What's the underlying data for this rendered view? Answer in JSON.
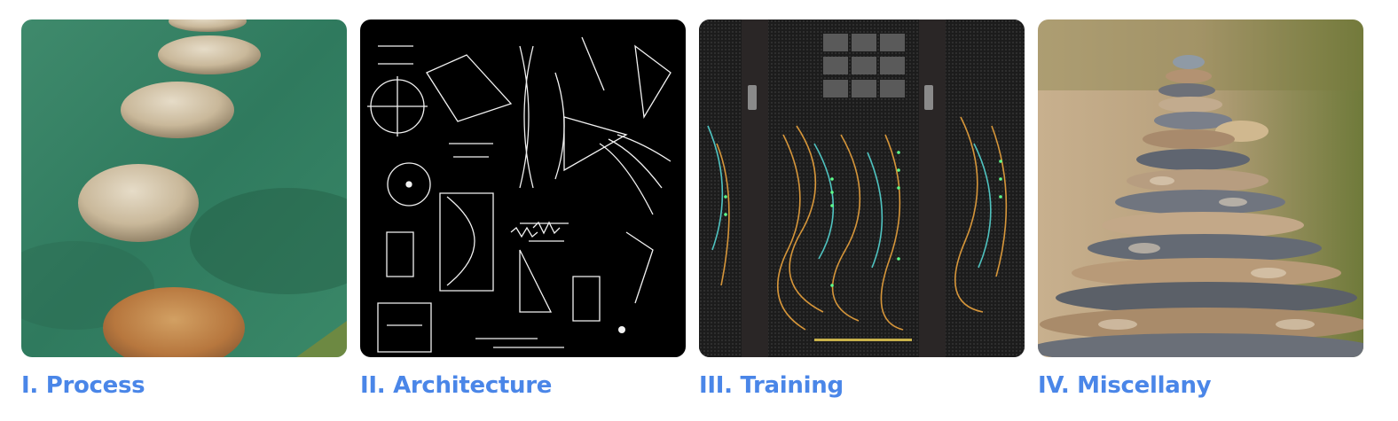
{
  "cards": [
    {
      "label": "I. Process",
      "image": "stepping-stones-in-pond"
    },
    {
      "label": "II. Architecture",
      "image": "blackboard-engineering-sketches"
    },
    {
      "label": "III. Training",
      "image": "server-racks-with-cables"
    },
    {
      "label": "IV. Miscellany",
      "image": "cairn-of-stacked-pebbles"
    }
  ],
  "colors": {
    "caption": "#4a86e8"
  }
}
